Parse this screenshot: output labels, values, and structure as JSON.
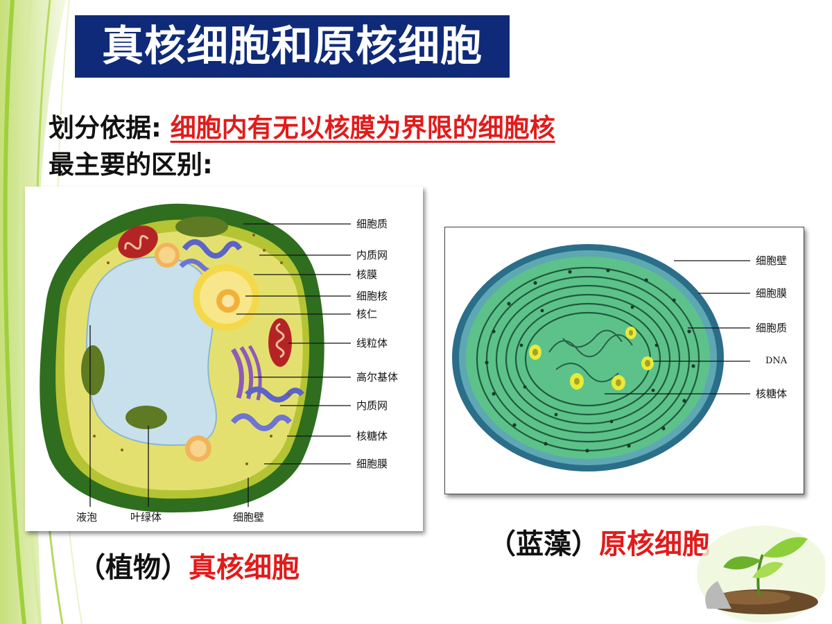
{
  "title": "真核细胞和原核细胞",
  "basis": {
    "label": "划分依据:",
    "value": "细胞内有无以核膜为界限的细胞核"
  },
  "main_difference_label": "最主要的区别:",
  "plant_cell": {
    "right_labels": [
      "细胞质",
      "内质网",
      "核膜",
      "细胞核",
      "核仁",
      "线粒体",
      "高尔基体",
      "内质网",
      "核糖体",
      "细胞膜"
    ],
    "bottom_labels": [
      "液泡",
      "叶绿体",
      "细胞壁"
    ],
    "caption_prefix": "（植物）",
    "caption_type": "真核细胞"
  },
  "bacterial_cell": {
    "labels": [
      "细胞壁",
      "细胞膜",
      "细胞质",
      "DNA",
      "核糖体"
    ],
    "caption_prefix": "（蓝藻）",
    "caption_type": "原核细胞"
  },
  "colors": {
    "title_bg": "#0f2a78",
    "highlight": "#e21b1b",
    "background_leaf": "#8dc63f"
  }
}
